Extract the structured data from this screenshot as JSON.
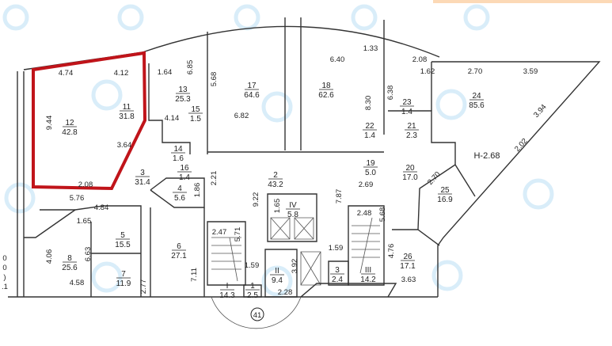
{
  "plan": {
    "highlight_color": "#c0141a",
    "banner_color": "#fcd9b6",
    "height_label": "H-2.68",
    "axis_marker": "41",
    "rooms": [
      {
        "n": "12",
        "area": "42.8"
      },
      {
        "n": "11",
        "area": "31.8"
      },
      {
        "n": "13",
        "area": "25.3"
      },
      {
        "n": "15",
        "area": "1.5"
      },
      {
        "n": "14",
        "area": "1.6"
      },
      {
        "n": "16",
        "area": "1.4"
      },
      {
        "n": "3",
        "area": "31.4"
      },
      {
        "n": "4",
        "area": "5.6"
      },
      {
        "n": "17",
        "area": "64.6"
      },
      {
        "n": "18",
        "area": "62.6"
      },
      {
        "n": "22",
        "area": "1.4"
      },
      {
        "n": "23",
        "area": "1.4"
      },
      {
        "n": "21",
        "area": "2.3"
      },
      {
        "n": "24",
        "area": "85.6"
      },
      {
        "n": "2",
        "area": "43.2"
      },
      {
        "n": "19",
        "area": "5.0"
      },
      {
        "n": "20",
        "area": "17.0"
      },
      {
        "n": "25",
        "area": "16.9"
      },
      {
        "n": "IV",
        "area": "5.8"
      },
      {
        "n": "8",
        "area": "25.6"
      },
      {
        "n": "5",
        "area": "15.5"
      },
      {
        "n": "7",
        "area": "11.9"
      },
      {
        "n": "6",
        "area": "27.1"
      },
      {
        "n": "I",
        "area": "14.3"
      },
      {
        "n": "1",
        "area": "2.5"
      },
      {
        "n": "II",
        "area": "9.4"
      },
      {
        "n": "3",
        "area": "2.4"
      },
      {
        "n": "III",
        "area": "14.2"
      },
      {
        "n": "26",
        "area": "17.1"
      }
    ],
    "dims": [
      "4.74",
      "4.12",
      "1.64",
      "6.85",
      "5.68",
      "9.44",
      "3.64",
      "4.14",
      "2.08",
      "5.76",
      "2.21",
      "1.86",
      "6.82",
      "6.40",
      "1.33",
      "8.30",
      "2.08",
      "6.38",
      "1.62",
      "2.70",
      "3.59",
      "3.94",
      "2.02",
      "2.70",
      "2.69",
      "4.84",
      "1.65",
      "4.06",
      "6.63",
      "4.58",
      "2.77",
      "7.11",
      "2.47",
      "5.71",
      "9.22",
      "1.65",
      "7.87",
      "2.48",
      "5.68",
      "4.76",
      "1.59",
      "1.59",
      "3.92",
      "2.28",
      "3.63"
    ],
    "edge_fragments": [
      "0",
      "0",
      ")",
      ".1"
    ]
  }
}
